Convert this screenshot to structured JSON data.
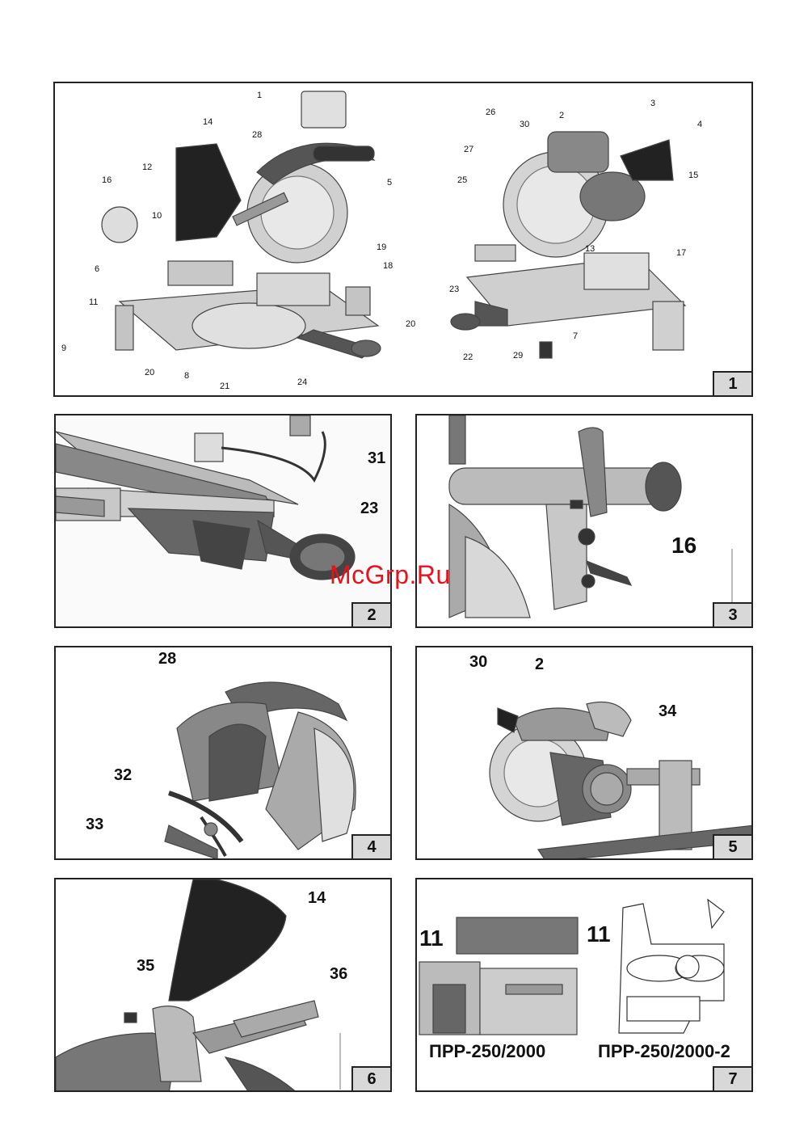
{
  "watermark": "McGrp.Ru",
  "figures": [
    {
      "number": "1",
      "labels": [
        "1",
        "2",
        "3",
        "4",
        "5",
        "6",
        "7",
        "8",
        "9",
        "10",
        "11",
        "12",
        "13",
        "14",
        "15",
        "16",
        "17",
        "18",
        "19",
        "20",
        "20",
        "21",
        "22",
        "23",
        "24",
        "25",
        "26",
        "27",
        "28",
        "29",
        "30"
      ]
    },
    {
      "number": "2",
      "labels": [
        "31",
        "23"
      ]
    },
    {
      "number": "3",
      "labels": [
        "16"
      ]
    },
    {
      "number": "4",
      "labels": [
        "28",
        "32",
        "33"
      ]
    },
    {
      "number": "5",
      "labels": [
        "30",
        "2",
        "34"
      ]
    },
    {
      "number": "6",
      "labels": [
        "14",
        "35",
        "36"
      ]
    },
    {
      "number": "7",
      "labels": [
        "11",
        "11"
      ],
      "models": [
        "ПРР-250/2000",
        "ПРР-250/2000-2"
      ]
    }
  ]
}
